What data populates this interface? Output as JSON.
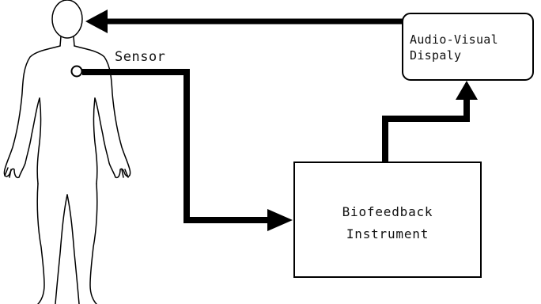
{
  "labels": {
    "sensor": "Sensor",
    "display_line1": "Audio-Visual",
    "display_line2": "Dispaly",
    "instrument_line1": "Biofeedback",
    "instrument_line2": "Instrument"
  },
  "colors": {
    "stroke": "#000000",
    "background": "#ffffff"
  },
  "icons": {
    "body": "human-body-outline",
    "sensor": "sensor-circle"
  }
}
